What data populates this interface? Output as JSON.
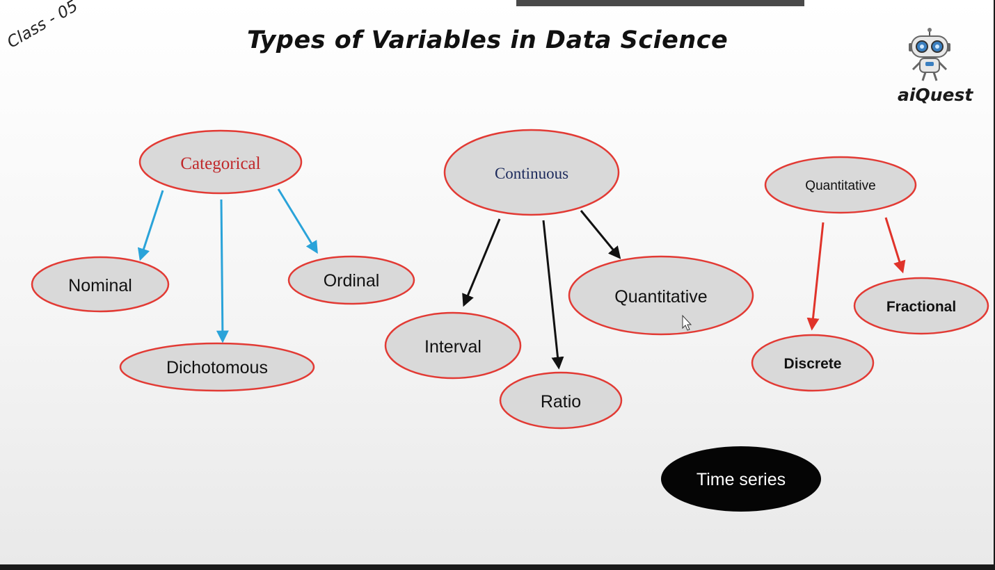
{
  "header": {
    "class_label": "Class - 05",
    "title": "Types of Variables in Data Science",
    "brand": "aiQuest"
  },
  "diagram": {
    "categorical": {
      "label": "Categorical",
      "color": "#c0282a",
      "children": [
        "Nominal",
        "Dichotomous",
        "Ordinal"
      ],
      "arrow_color": "#2aa3d9"
    },
    "continuous": {
      "label": "Continuous",
      "color": "#1c2a5c",
      "children": [
        "Interval",
        "Ratio",
        "Quantitative"
      ],
      "arrow_color": "#111111"
    },
    "quantitative": {
      "label": "Quantitative",
      "children": [
        "Discrete",
        "Fractional"
      ],
      "arrow_color": "#e0332a"
    },
    "extra": {
      "label": "Time series"
    },
    "ellipse_fill": "#d9d9d9",
    "ellipse_border": "#e23a34"
  }
}
